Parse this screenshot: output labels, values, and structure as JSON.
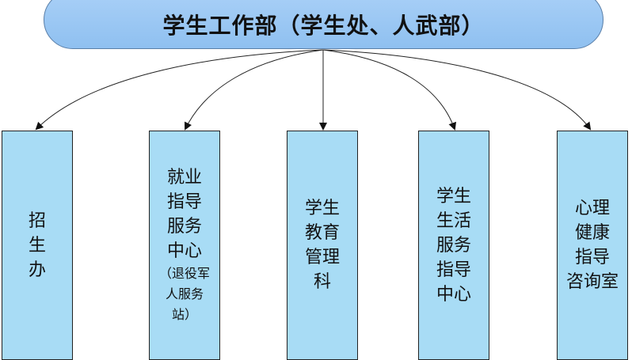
{
  "root": {
    "title": "学生工作部（学生处、人武部）"
  },
  "departments": [
    {
      "lines": [
        "招",
        "生",
        "办"
      ],
      "note": []
    },
    {
      "lines": [
        "就业",
        "指导",
        "服务",
        "中心"
      ],
      "note": [
        "（退役军",
        "人服务",
        "站）"
      ]
    },
    {
      "lines": [
        "学生",
        "教育",
        "管理",
        "科"
      ],
      "note": []
    },
    {
      "lines": [
        "学生",
        "生活",
        "服务",
        "指导",
        "中心"
      ],
      "note": []
    },
    {
      "lines": [
        "心理",
        "健康",
        "指导",
        "咨询室"
      ],
      "note": []
    }
  ],
  "colors": {
    "root_fill": "#9cc8f3",
    "box_fill": "#a8dcf5"
  }
}
